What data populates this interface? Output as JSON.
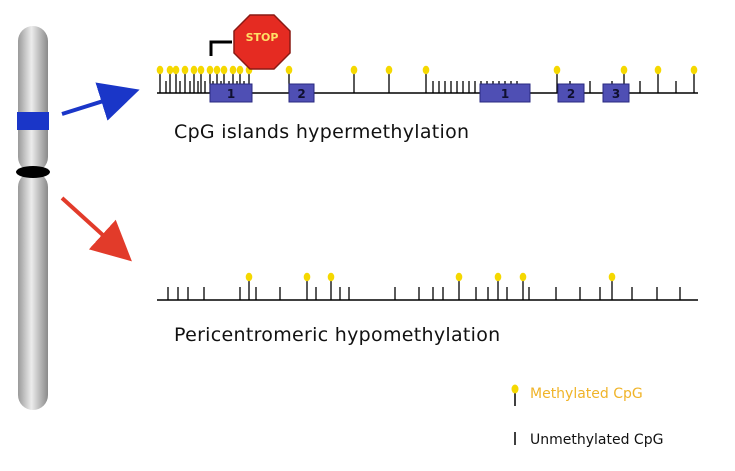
{
  "labels": {
    "upper_title": "CpG islands hypermethylation",
    "lower_title": "Pericentromeric hypomethylation",
    "stop_sign": "STOP"
  },
  "legend": {
    "methylated": "Methylated CpG",
    "unmethylated": "Unmethylated CpG"
  },
  "exons": [
    "1",
    "2",
    "1",
    "2",
    "3"
  ],
  "colors": {
    "methylated": "#f5d800",
    "methylated_text": "#f0b429",
    "exon_fill": "#4f4fb4",
    "chromosome_band": "#1a36c8",
    "centromere": "#000000",
    "arrow_upper": "#1a36c8",
    "arrow_lower": "#e23b2a",
    "stop_sign": "#e52b22"
  },
  "icons": [
    "stop-sign-icon",
    "methylated-cpg-icon",
    "unmethylated-cpg-icon",
    "chromosome-icon"
  ]
}
